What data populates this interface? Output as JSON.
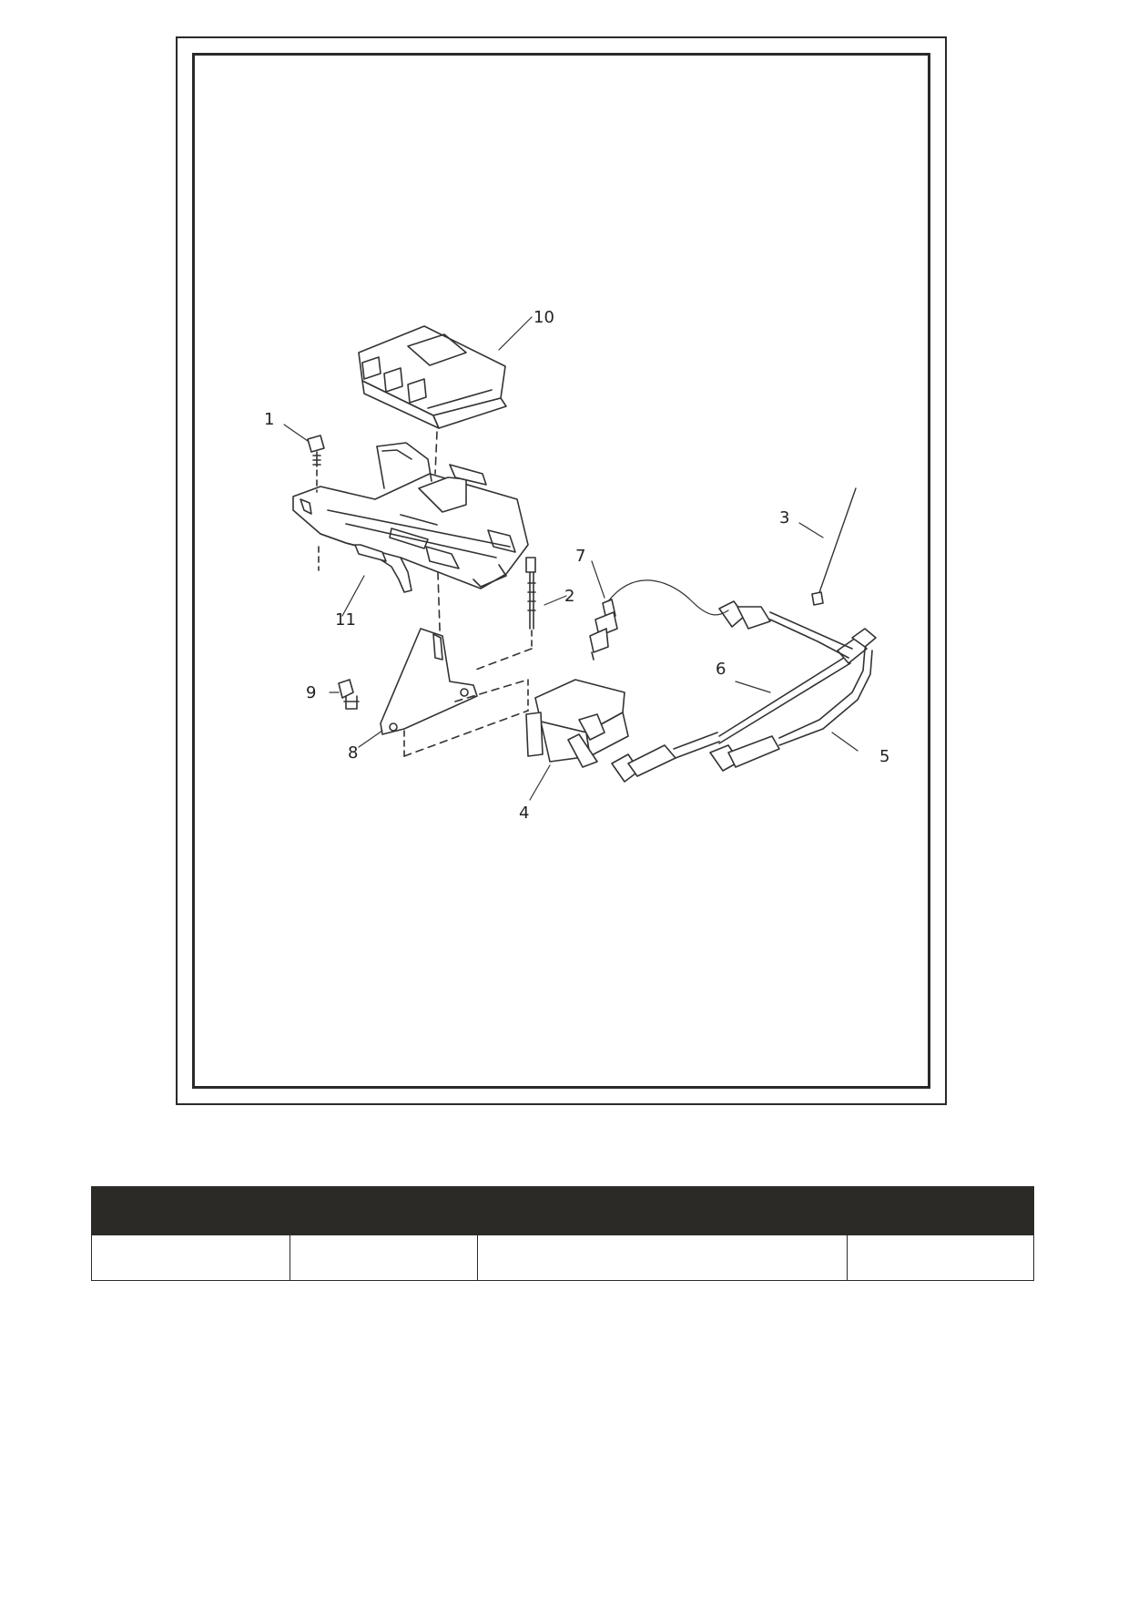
{
  "diagram": {
    "callouts": [
      "1",
      "2",
      "3",
      "4",
      "5",
      "6",
      "7",
      "8",
      "9",
      "10",
      "11"
    ]
  },
  "parts_table": {
    "headers": [
      "",
      "",
      "",
      ""
    ],
    "rows": [
      [
        "",
        "",
        "",
        ""
      ]
    ]
  }
}
